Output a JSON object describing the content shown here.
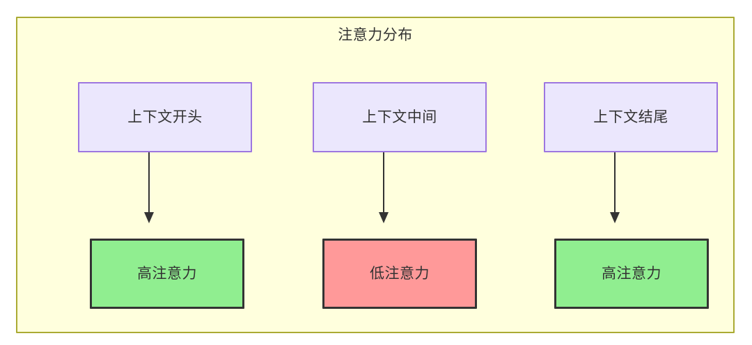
{
  "diagram": {
    "title": "注意力分布",
    "background_color": "#ffffdd",
    "border_color": "#aaaa33",
    "source_nodes": [
      {
        "id": "context-start",
        "label": "上下文开头",
        "fill": "#ebe7fd",
        "border": "#9d76e0"
      },
      {
        "id": "context-middle",
        "label": "上下文中间",
        "fill": "#ebe7fd",
        "border": "#9d76e0"
      },
      {
        "id": "context-end",
        "label": "上下文结尾",
        "fill": "#ebe7fd",
        "border": "#9d76e0"
      }
    ],
    "target_nodes": [
      {
        "id": "high-attention-start",
        "label": "高注意力",
        "fill": "#90ee90",
        "border": "#333333"
      },
      {
        "id": "low-attention-middle",
        "label": "低注意力",
        "fill": "#ff9999",
        "border": "#333333"
      },
      {
        "id": "high-attention-end",
        "label": "高注意力",
        "fill": "#90ee90",
        "border": "#333333"
      }
    ],
    "edges": [
      {
        "from": "context-start",
        "to": "high-attention-start",
        "label": ""
      },
      {
        "from": "context-middle",
        "to": "low-attention-middle",
        "label": ""
      },
      {
        "from": "context-end",
        "to": "high-attention-end",
        "label": ""
      }
    ]
  }
}
